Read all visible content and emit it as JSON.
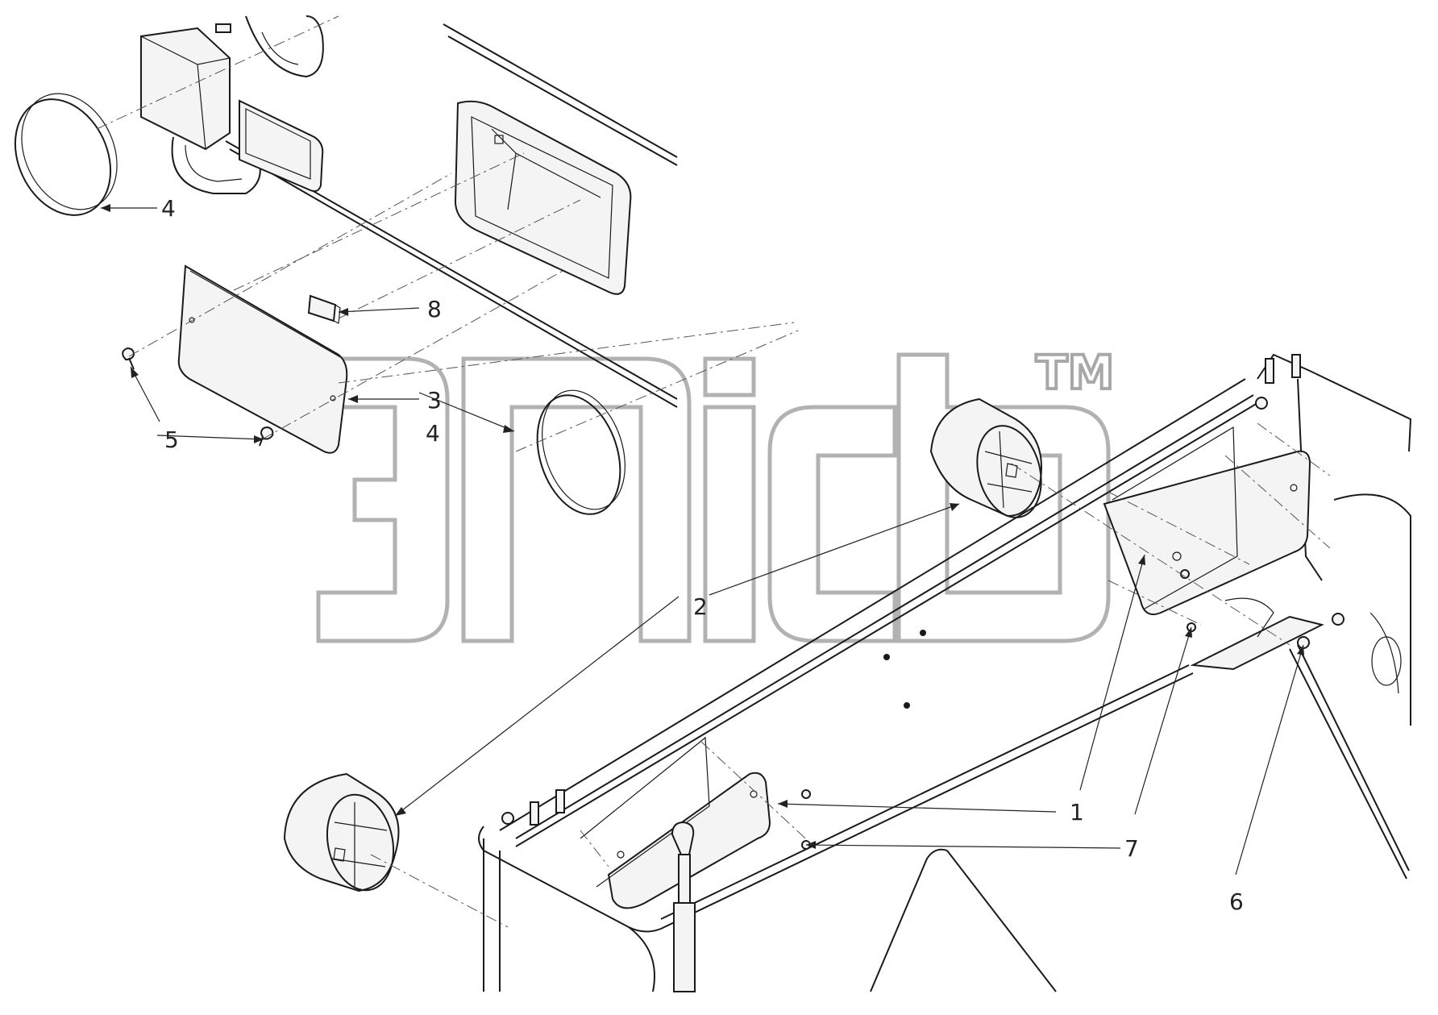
{
  "diagram": {
    "callouts": [
      {
        "id": "c1",
        "label": "1"
      },
      {
        "id": "c2",
        "label": "2"
      },
      {
        "id": "c3",
        "label": "3"
      },
      {
        "id": "c4a",
        "label": "4"
      },
      {
        "id": "c4b",
        "label": "4"
      },
      {
        "id": "c5",
        "label": "5"
      },
      {
        "id": "c6",
        "label": "6"
      },
      {
        "id": "c7",
        "label": "7"
      },
      {
        "id": "c8",
        "label": "8"
      }
    ],
    "watermark": {
      "trademark": "TM"
    }
  }
}
